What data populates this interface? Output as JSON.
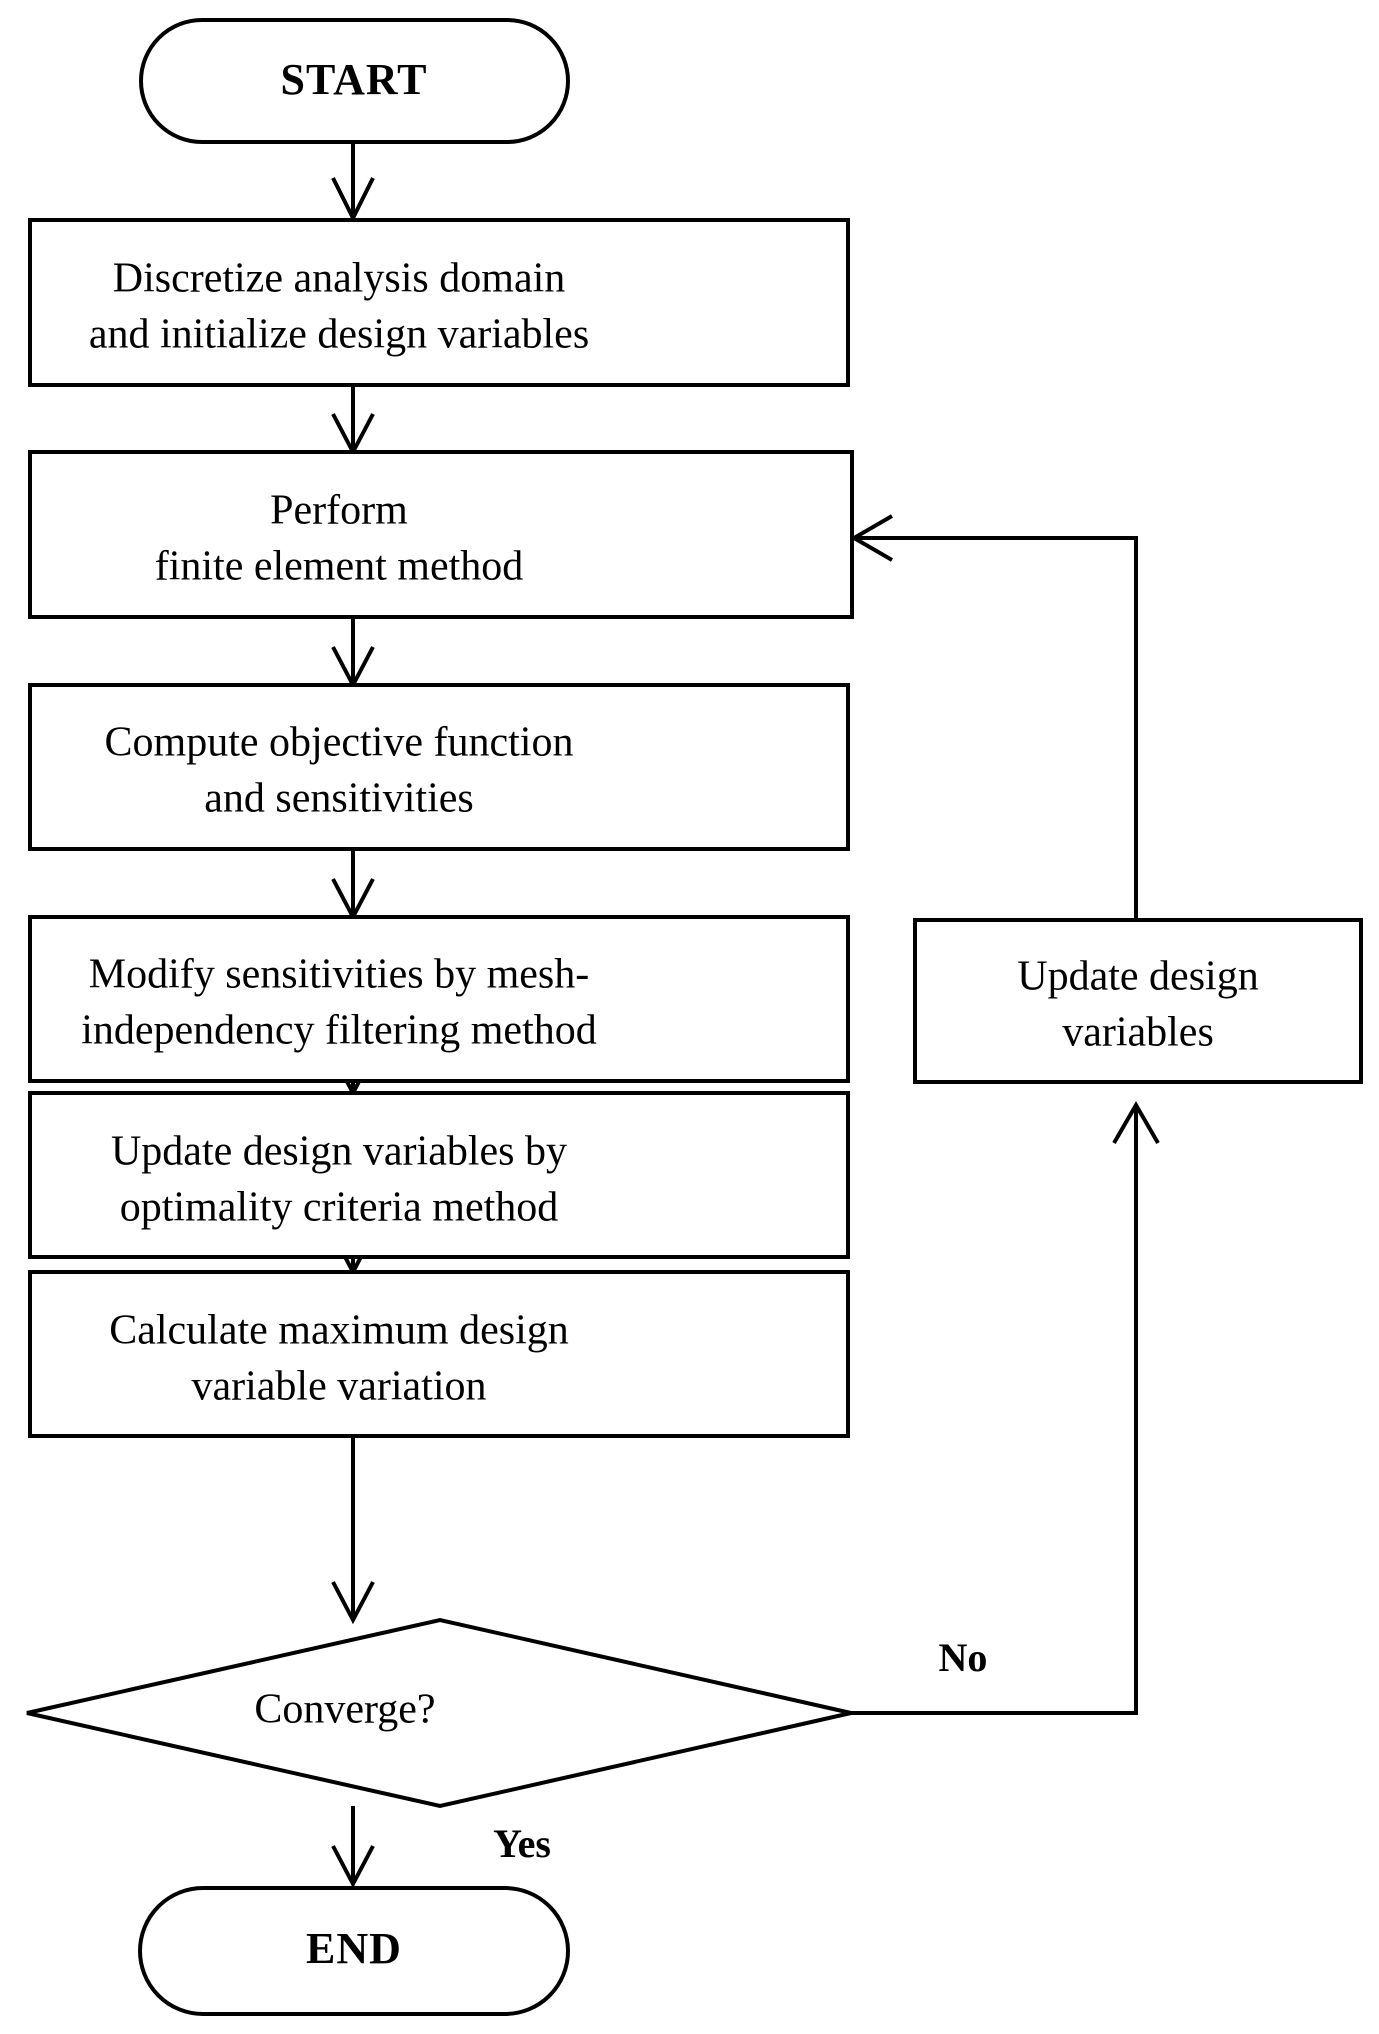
{
  "diagram": {
    "type": "flowchart",
    "title": "Topology optimization procedure flowchart",
    "orientation": "vertical",
    "background_color": "#ffffff",
    "line_color": "#000000",
    "text_color": "#000000",
    "nodes": [
      {
        "id": "start",
        "shape": "terminator",
        "bold": true,
        "label": "START",
        "lines": [
          "START"
        ]
      },
      {
        "id": "discretize",
        "shape": "process",
        "bold": false,
        "label": "Discretize analysis domain and initialize design variables",
        "lines": [
          "Discretize analysis domain",
          "and initialize design variables"
        ]
      },
      {
        "id": "fem",
        "shape": "process",
        "bold": false,
        "label": "Perform finite element method",
        "lines": [
          "Perform",
          "finite element method"
        ]
      },
      {
        "id": "objective",
        "shape": "process",
        "bold": false,
        "label": "Compute objective function and sensitivities",
        "lines": [
          "Compute objective function",
          "and sensitivities"
        ]
      },
      {
        "id": "filter",
        "shape": "process",
        "bold": false,
        "label": "Modify sensitivities by mesh-independency filtering method",
        "lines": [
          "Modify sensitivities by mesh-",
          "independency filtering method"
        ]
      },
      {
        "id": "oc-update",
        "shape": "process",
        "bold": false,
        "label": "Update design variables by optimality criteria method",
        "lines": [
          "Update design variables by",
          "optimality criteria method"
        ]
      },
      {
        "id": "variation",
        "shape": "process",
        "bold": false,
        "label": "Calculate maximum design variable variation",
        "lines": [
          "Calculate maximum design",
          "variable variation"
        ]
      },
      {
        "id": "converge",
        "shape": "decision",
        "bold": false,
        "label": "Converge?",
        "lines": [
          "Converge?"
        ]
      },
      {
        "id": "update-design-variables",
        "shape": "process",
        "bold": false,
        "label": "Update design variables",
        "lines": [
          "Update design",
          "variables"
        ]
      },
      {
        "id": "end",
        "shape": "terminator",
        "bold": true,
        "label": "END",
        "lines": [
          "END"
        ]
      }
    ],
    "edges": [
      {
        "id": "e-start-discretize",
        "from": "start",
        "to": "discretize",
        "label": ""
      },
      {
        "id": "e-discretize-fem",
        "from": "discretize",
        "to": "fem",
        "label": ""
      },
      {
        "id": "e-fem-objective",
        "from": "fem",
        "to": "objective",
        "label": ""
      },
      {
        "id": "e-objective-filter",
        "from": "objective",
        "to": "filter",
        "label": ""
      },
      {
        "id": "e-filter-oc",
        "from": "filter",
        "to": "oc-update",
        "label": ""
      },
      {
        "id": "e-oc-variation",
        "from": "oc-update",
        "to": "variation",
        "label": ""
      },
      {
        "id": "e-variation-converge",
        "from": "variation",
        "to": "converge",
        "label": ""
      },
      {
        "id": "e-converge-no",
        "from": "converge",
        "to": "update-design-variables",
        "label": "No"
      },
      {
        "id": "e-update-fem",
        "from": "update-design-variables",
        "to": "fem",
        "label": ""
      },
      {
        "id": "e-converge-yes",
        "from": "converge",
        "to": "end",
        "label": "Yes"
      }
    ]
  }
}
